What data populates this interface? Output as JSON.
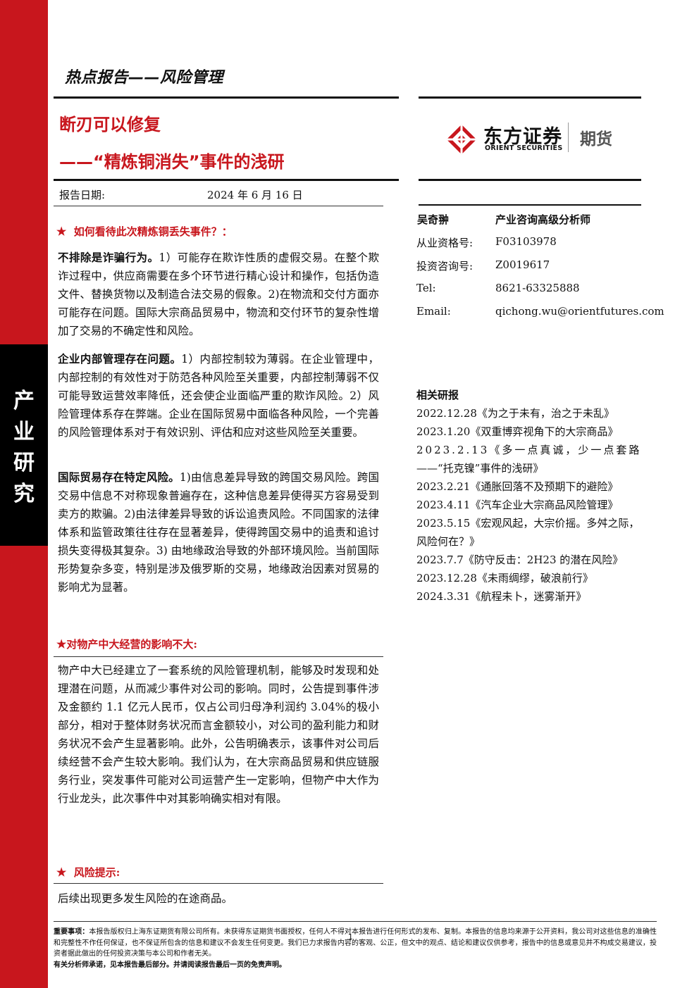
{
  "side_label": "产业研究",
  "header": {
    "title": "热点报告——风险管理"
  },
  "title": {
    "line1": "断刃可以修复",
    "line2": "——“精炼铜消失”事件的浅研"
  },
  "report_date": {
    "label": "报告日期:",
    "value": "2024 年 6 月 16 日"
  },
  "logo": {
    "name_cn": "东方证券",
    "name_en": "ORIENT SECURITIES",
    "division": "期货"
  },
  "section1": {
    "heading": "如何看待此次精炼铜丢失事件？：",
    "paragraphs": [
      {
        "lead": "不排除是诈骗行为。",
        "text": "1）可能存在欺诈性质的虚假交易。在整个欺诈过程中，供应商需要在多个环节进行精心设计和操作，包括伪造文件、替换货物以及制造合法交易的假象。2)在物流和交付方面亦可能存在问题。国际大宗商品贸易中，物流和交付环节的复杂性增加了交易的不确定性和风险。"
      },
      {
        "lead": "企业内部管理存在问题。",
        "text": "1）内部控制较为薄弱。在企业管理中，内部控制的有效性对于防范各种风险至关重要，内部控制薄弱不仅可能导致运营效率降低，还会使企业面临严重的欺诈风险。2）风险管理体系存在弊端。企业在国际贸易中面临各种风险，一个完善的风险管理体系对于有效识别、评估和应对这些风险至关重要。"
      },
      {
        "lead": "国际贸易存在特定风险。",
        "text": "1)由信息差异导致的跨国交易风险。跨国交易中信息不对称现象普遍存在，这种信息差异使得买方容易受到卖方的欺骗。2)由法律差异导致的诉讼追责风险。不同国家的法律体系和监管政策往往存在显著差异，使得跨国交易中的追责和追讨损失变得极其复杂。3) 由地缘政治导致的外部环境风险。当前国际形势复杂多变，特别是涉及俄罗斯的交易，地缘政治因素对贸易的影响尤为显著。"
      }
    ]
  },
  "section2": {
    "heading": "对物产中大经营的影响不大:",
    "text": "物产中大已经建立了一套系统的风险管理机制，能够及时发现和处理潜在问题，从而减少事件对公司的影响。同时，公告提到事件涉及金额约 1.1 亿元人民币，仅占公司归母净利润约 3.04%的极小部分，相对于整体财务状况而言金额较小，对公司的盈利能力和财务状况不会产生显著影响。此外，公告明确表示，该事件对公司后续经营不会产生较大影响。我们认为，在大宗商品贸易和供应链服务行业，突发事件可能对公司运营产生一定影响，但物产中大作为行业龙头，此次事件中对其影响确实相对有限。"
  },
  "section3": {
    "heading": "风险提示:",
    "text": "后续出现更多发生风险的在途商品。"
  },
  "analyst": {
    "name": "吴奇翀",
    "title": "产业咨询高级分析师",
    "rows": [
      {
        "label": "从业资格号:",
        "value": "F03103978"
      },
      {
        "label": "投资咨询号:",
        "value": "Z0019617"
      },
      {
        "label": "Tel:",
        "value": "8621-63325888"
      },
      {
        "label": "Email:",
        "value": "qichong.wu@orientfutures.com"
      }
    ]
  },
  "related": {
    "heading": "相关研报",
    "items": [
      "2022.12.28《为之于未有，治之于未乱》",
      "2023.1.20《双重博弈视角下的大宗商品》",
      "2023.2.13《多一点真诚，少一点套路",
      "——“托克镍”事件的浅研》",
      "2023.2.21《通胀回落不及预期下的避险》",
      "2023.4.11《汽车企业大宗商品风险管理》",
      "2023.5.15《宏观风起，大宗价摇。多舛之际，",
      "风险何在？》",
      "2023.7.7《防守反击：2H23 的潜在风险》",
      "2023.12.28《未雨绸缪，破浪前行》",
      "2024.3.31《航程未卜，迷雾渐开》"
    ]
  },
  "page_number": "1",
  "disclaimer": {
    "lead": "重要事项：",
    "text": "本报告版权归上海东证期货有限公司所有。未获得东证期货书面授权，任何人不得对本报告进行任何形式的发布、复制。本报告的信息均来源于公开资料，我公司对这些信息的准确性和完整性不作任何保证，也不保证所包含的信息和建议不会发生任何变更。我们已力求报告内容的客观、公正，但文中的观点、结论和建议仅供参考，报告中的信息或意见并不构成交易建议，投资者据此做出的任何投资决策与本公司和作者无关。",
    "bold_line": "有关分析师承诺，见本报告最后部分。并请阅读报告最后一页的免责声明。"
  }
}
